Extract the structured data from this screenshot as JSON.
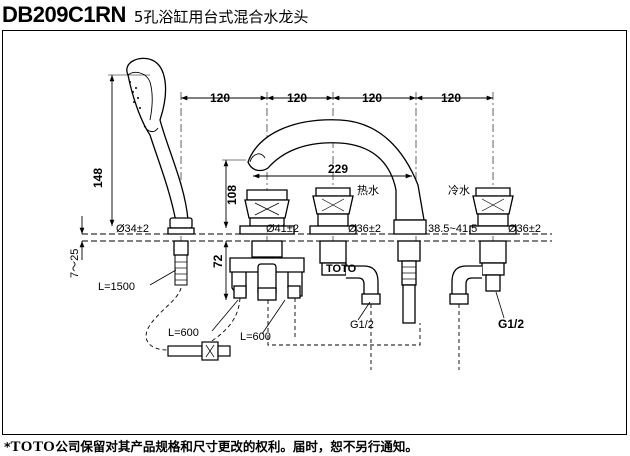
{
  "title": {
    "model": "DB209C1RN",
    "description": "5孔浴缸用台式混合水龙头"
  },
  "dimensions": {
    "spacing_1": "120",
    "spacing_2": "120",
    "spacing_3": "120",
    "spacing_4": "120",
    "spout_reach": "229",
    "shower_height": "148",
    "handle_height": "108",
    "deck_range": "7～25",
    "below_deck": "72",
    "hole_shower": "Ø34±2",
    "hole_diverter": "Ø41±2",
    "hole_hot": "Ø36±2",
    "hole_spout": "38.5~41.5",
    "hole_cold": "Ø36±2",
    "hose_length": "L=1500",
    "pipe_left": "L=600",
    "pipe_right": "L=600",
    "thread_hot": "G1/2",
    "thread_cold": "G1/2"
  },
  "labels": {
    "hot": "热水",
    "cold": "冷水",
    "brand_mark": "TOTO"
  },
  "footer": {
    "star": "*",
    "brand": "TOTO",
    "text": "公司保留对其产品规格和尺寸更改的权利。届时，恕不另行通知。"
  }
}
